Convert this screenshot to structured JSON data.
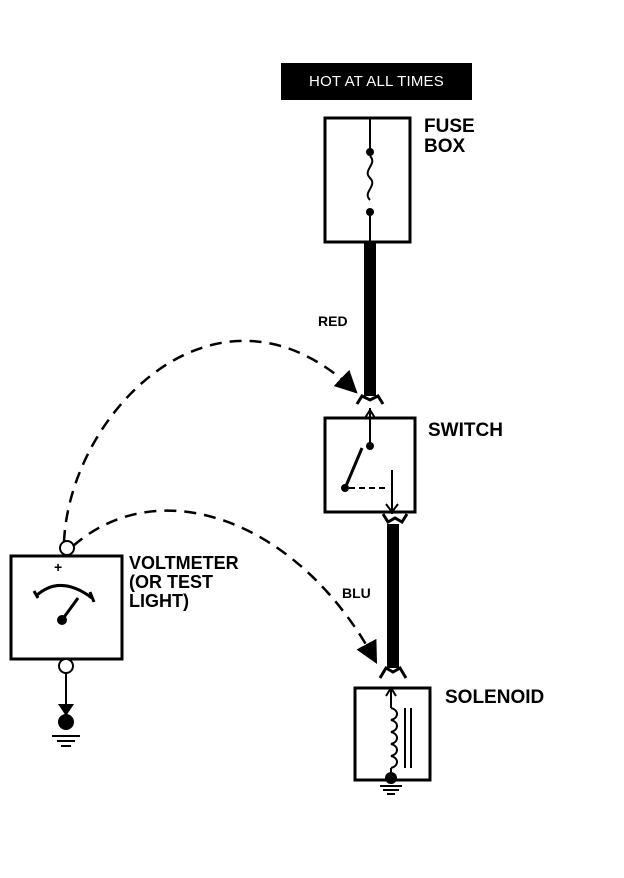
{
  "labels": {
    "hot": "HOT AT ALL TIMES",
    "fuse_box": "FUSE\nBOX",
    "red": "RED",
    "switch": "SWITCH",
    "voltmeter": "VOLTMETER\n(OR TEST\nLIGHT)",
    "plus": "+",
    "blu": "BLU",
    "solenoid": "SOLENOID"
  },
  "colors": {
    "ink": "#000000",
    "background": "#ffffff"
  }
}
